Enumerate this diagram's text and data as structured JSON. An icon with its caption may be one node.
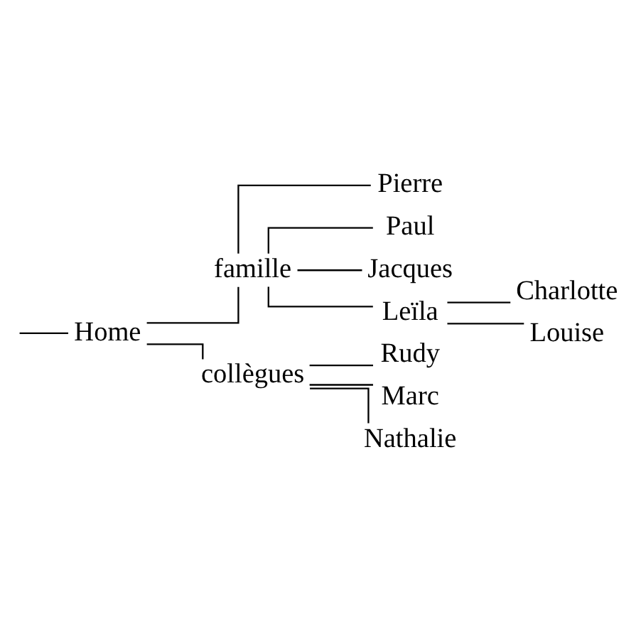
{
  "diagram": {
    "nodes": [
      {
        "text": [
          "Home"
        ]
      },
      {
        "text": [
          "famille"
        ]
      },
      {
        "text": [
          "Pierre"
        ]
      },
      {
        "text": [
          "Paul"
        ]
      },
      {
        "text": [
          "Jacques"
        ]
      },
      {
        "text": [
          "Leïla"
        ]
      },
      {
        "text": [
          "Charlotte"
        ]
      },
      {
        "text": [
          "Louise"
        ]
      },
      {
        "text": [
          "collègues"
        ]
      },
      {
        "text": [
          "Rudy"
        ]
      },
      {
        "text": [
          "Marc"
        ]
      },
      {
        "text": [
          "Nathalie"
        ]
      }
    ],
    "edges": [
      {
        "from": null,
        "to": 0,
        "arrow": "none"
      },
      {
        "from": 0,
        "to": 1,
        "arrow": "none"
      },
      {
        "from": 1,
        "to": 2,
        "arrow": "none"
      },
      {
        "from": 1,
        "to": 3,
        "arrow": "none"
      },
      {
        "from": 1,
        "to": 4,
        "arrow": "none"
      },
      {
        "from": 1,
        "to": 5,
        "arrow": "none"
      },
      {
        "from": 5,
        "to": 6,
        "arrow": "none"
      },
      {
        "from": 5,
        "to": 7,
        "arrow": "none"
      },
      {
        "from": 0,
        "to": 8,
        "arrow": "none"
      },
      {
        "from": 8,
        "to": 9,
        "arrow": "none"
      },
      {
        "from": 8,
        "to": 10,
        "arrow": "none"
      },
      {
        "from": 8,
        "to": 11,
        "arrow": "none"
      }
    ]
  }
}
